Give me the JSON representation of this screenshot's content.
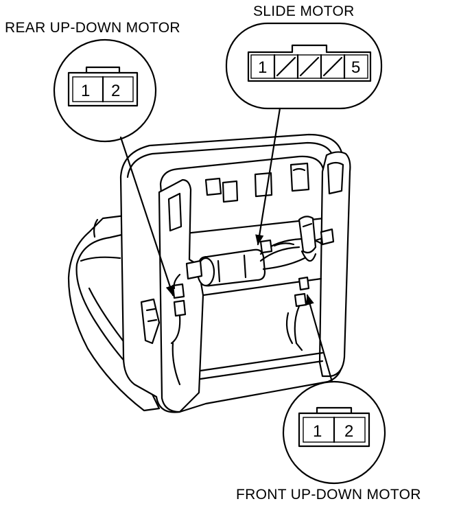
{
  "labels": {
    "rear": "REAR UP-DOWN MOTOR",
    "slide": "SLIDE MOTOR",
    "front": "FRONT UP-DOWN MOTOR"
  },
  "rear_connector": {
    "pins": [
      "1",
      "2"
    ]
  },
  "slide_connector": {
    "pins": [
      "1",
      "5"
    ]
  },
  "front_connector": {
    "pins": [
      "1",
      "2"
    ]
  }
}
